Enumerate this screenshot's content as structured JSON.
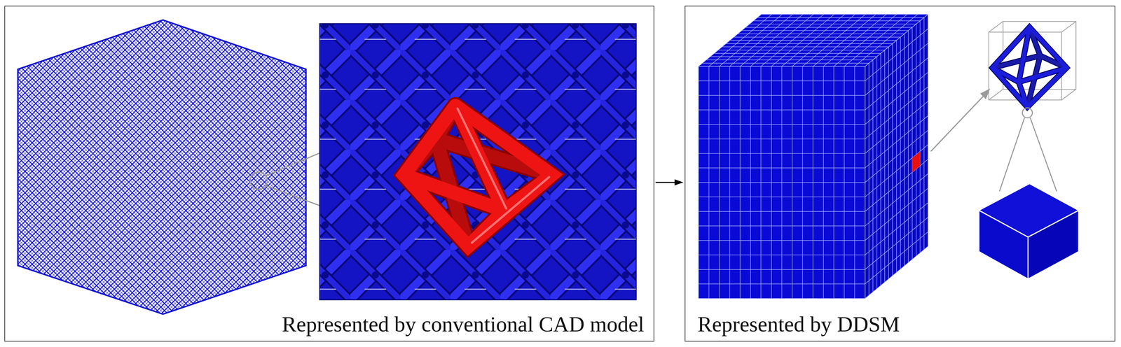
{
  "diagram": {
    "nodes": [
      {
        "text": [
          "Represented by conventional CAD model"
        ]
      },
      {
        "text": [
          "Represented by DDSM"
        ]
      }
    ],
    "edges": [
      {
        "from": 0,
        "to": 1,
        "arrow": "to"
      }
    ]
  }
}
